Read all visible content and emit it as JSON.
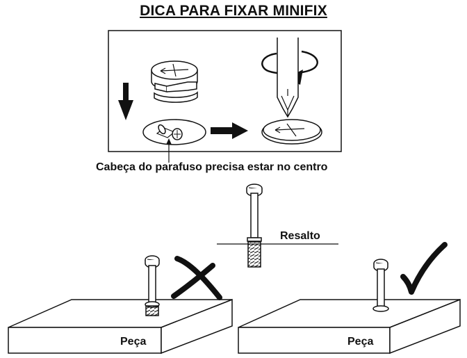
{
  "title": "DICA PARA FIXAR MINIFIX",
  "caption": "Cabeça do parafuso precisa estar no centro",
  "step_label": "Resalto",
  "piece_label_left": "Peça",
  "piece_label_right": "Peça",
  "left_result": "wrong",
  "right_result": "correct"
}
